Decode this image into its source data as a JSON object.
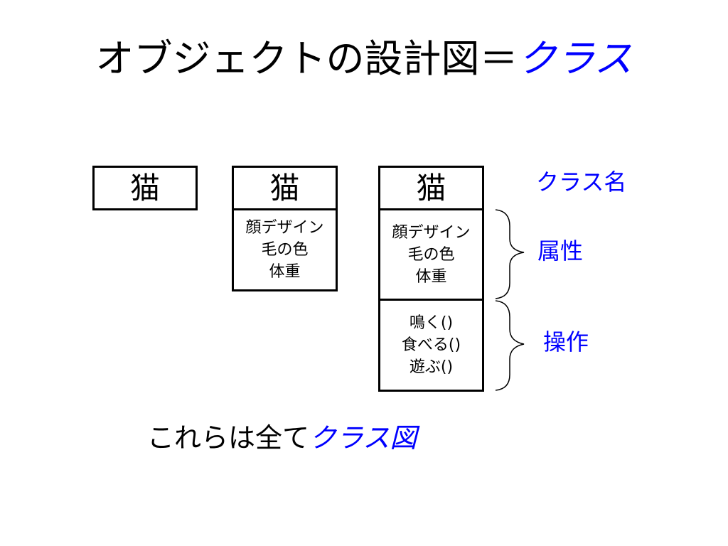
{
  "title": {
    "main": "オブジェクトの設計図＝",
    "accent": "クラス"
  },
  "diagrams": [
    {
      "class_name": "猫"
    },
    {
      "class_name": "猫",
      "attributes": [
        "顔デザイン",
        "毛の色",
        "体重"
      ]
    },
    {
      "class_name": "猫",
      "attributes": [
        "顔デザイン",
        "毛の色",
        "体重"
      ],
      "operations": [
        "鳴く()",
        "食べる()",
        "遊ぶ()"
      ]
    }
  ],
  "labels": {
    "class_name": "クラス名",
    "attributes": "属性",
    "operations": "操作"
  },
  "footer": {
    "main": "これらは全て",
    "accent": "クラス図"
  },
  "colors": {
    "accent": "#0000ff",
    "text": "#000000",
    "background": "#ffffff"
  }
}
